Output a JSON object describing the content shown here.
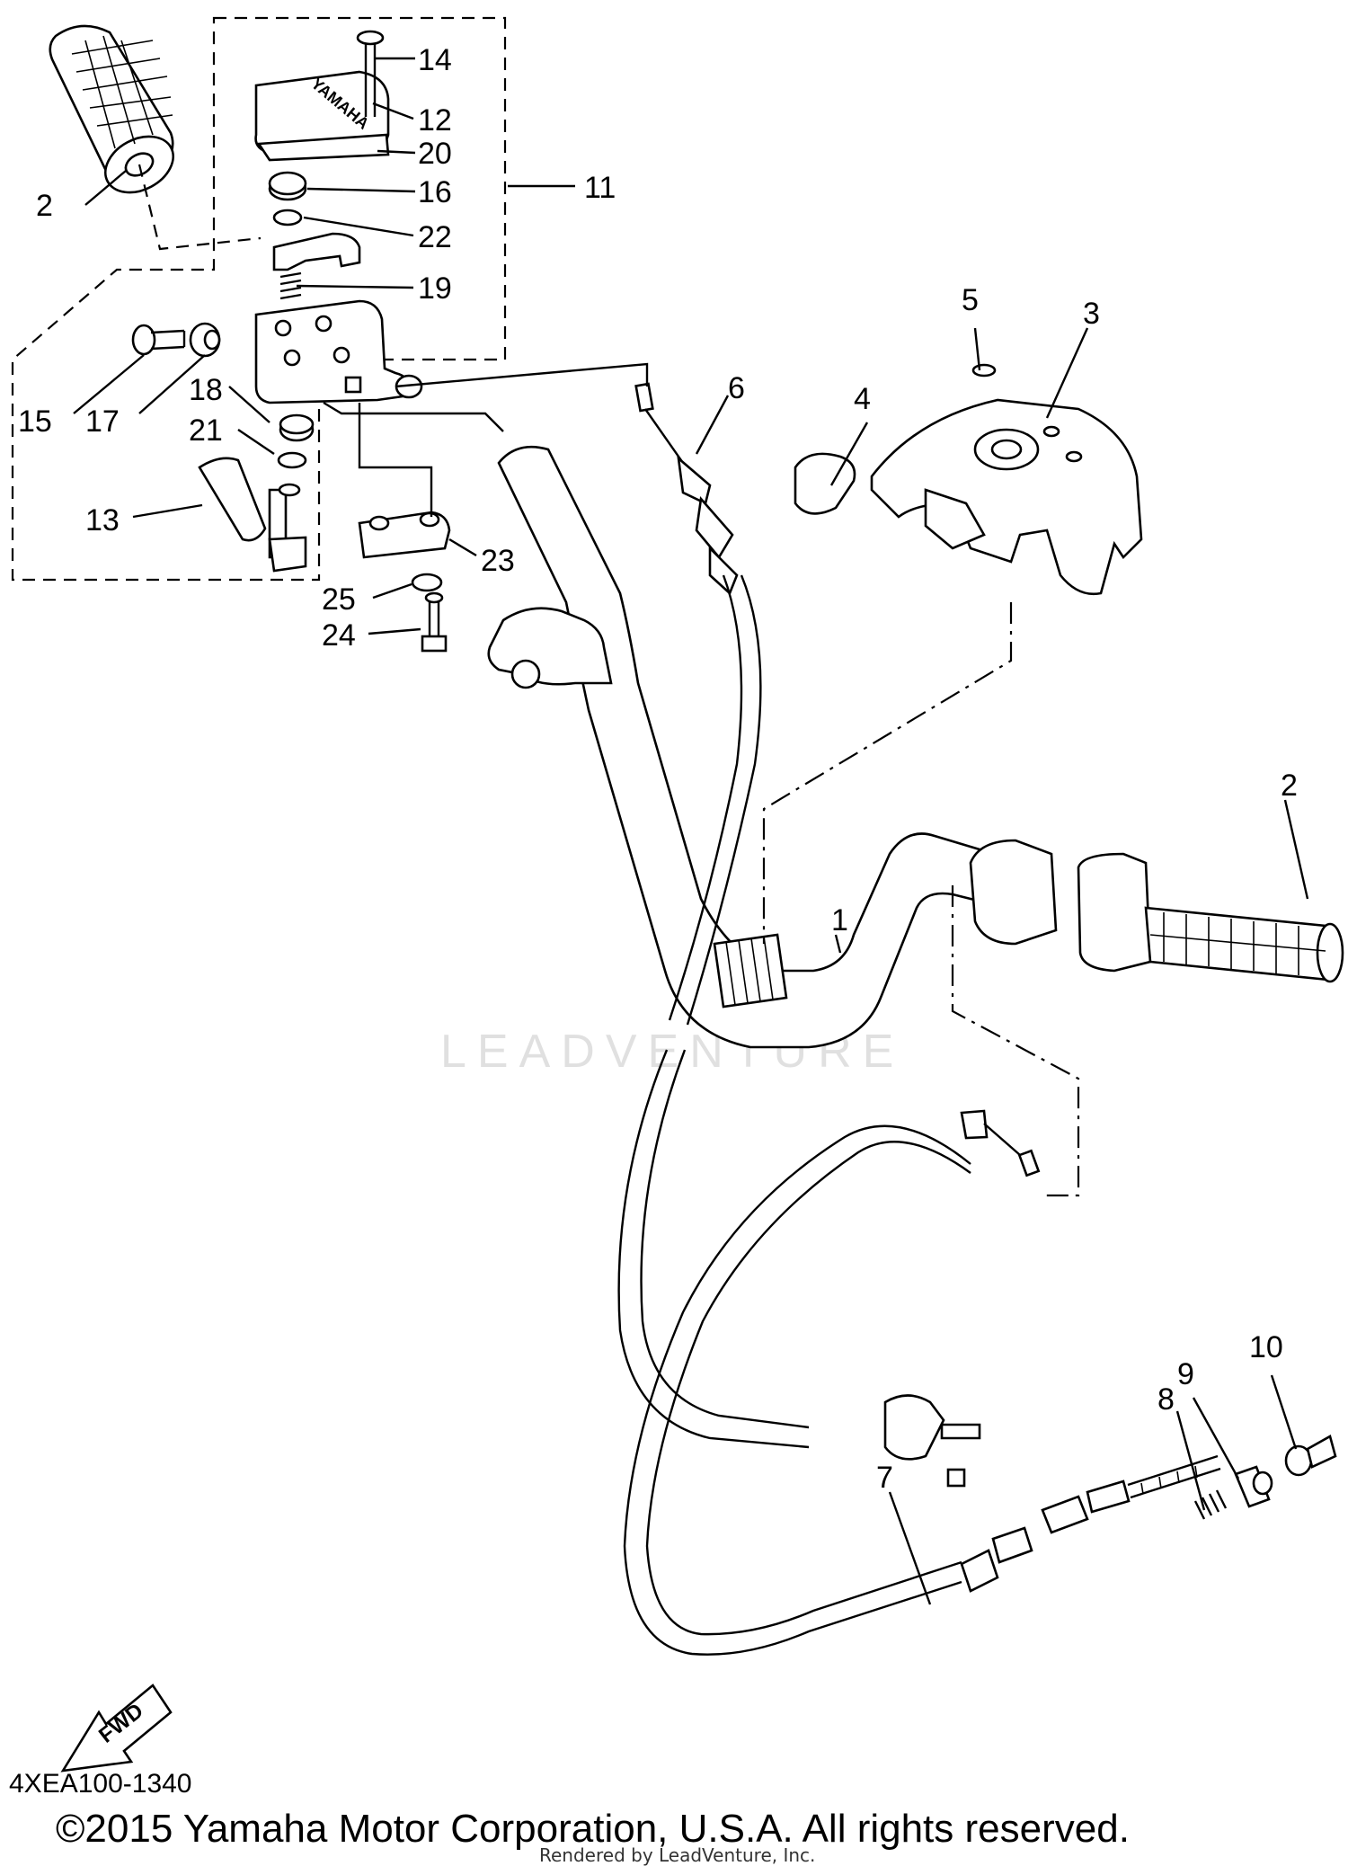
{
  "diagram": {
    "callouts": [
      {
        "id": "c1",
        "text": "1"
      },
      {
        "id": "c2a",
        "text": "2"
      },
      {
        "id": "c2b",
        "text": "2"
      },
      {
        "id": "c3",
        "text": "3"
      },
      {
        "id": "c4",
        "text": "4"
      },
      {
        "id": "c5",
        "text": "5"
      },
      {
        "id": "c6",
        "text": "6"
      },
      {
        "id": "c7",
        "text": "7"
      },
      {
        "id": "c8",
        "text": "8"
      },
      {
        "id": "c9",
        "text": "9"
      },
      {
        "id": "c10",
        "text": "10"
      },
      {
        "id": "c11",
        "text": "11"
      },
      {
        "id": "c12",
        "text": "12"
      },
      {
        "id": "c13",
        "text": "13"
      },
      {
        "id": "c14",
        "text": "14"
      },
      {
        "id": "c15",
        "text": "15"
      },
      {
        "id": "c16",
        "text": "16"
      },
      {
        "id": "c17",
        "text": "17"
      },
      {
        "id": "c18",
        "text": "18"
      },
      {
        "id": "c19",
        "text": "19"
      },
      {
        "id": "c20",
        "text": "20"
      },
      {
        "id": "c21",
        "text": "21"
      },
      {
        "id": "c22",
        "text": "22"
      },
      {
        "id": "c23",
        "text": "23"
      },
      {
        "id": "c24",
        "text": "24"
      },
      {
        "id": "c25",
        "text": "25"
      }
    ],
    "fwd_arrow_label": "FWD",
    "housing_logo_text": "YAMAHA"
  },
  "footer": {
    "ref_code": "4XEA100-1340",
    "copyright": "©2015 Yamaha Motor Corporation, U.S.A. All rights reserved.",
    "rendered_by": "Rendered by LeadVenture, Inc."
  },
  "watermark": {
    "text": "LEADVENTURE"
  }
}
